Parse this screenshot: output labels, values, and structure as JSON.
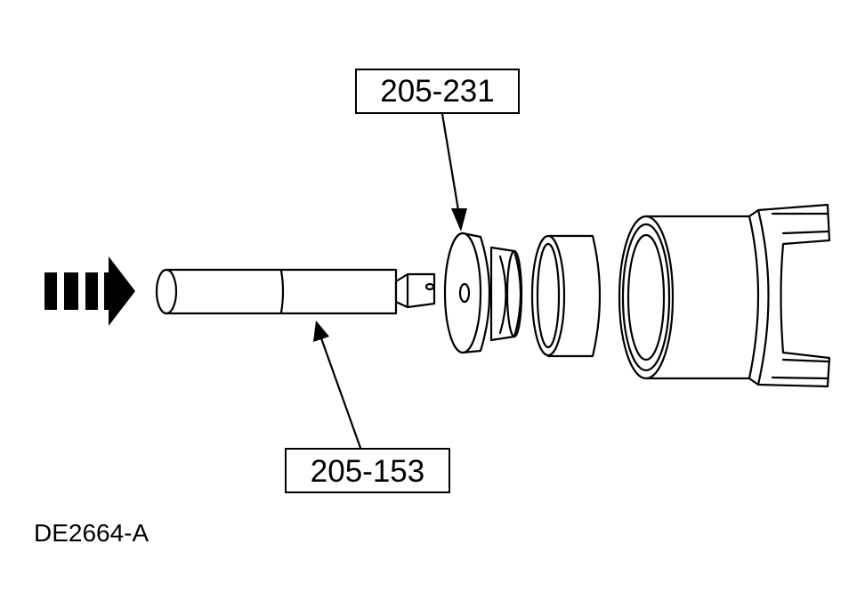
{
  "figure": {
    "id_label": "DE2664-A",
    "callouts": {
      "upper_tool": "205-231",
      "lower_tool": "205-153"
    }
  }
}
